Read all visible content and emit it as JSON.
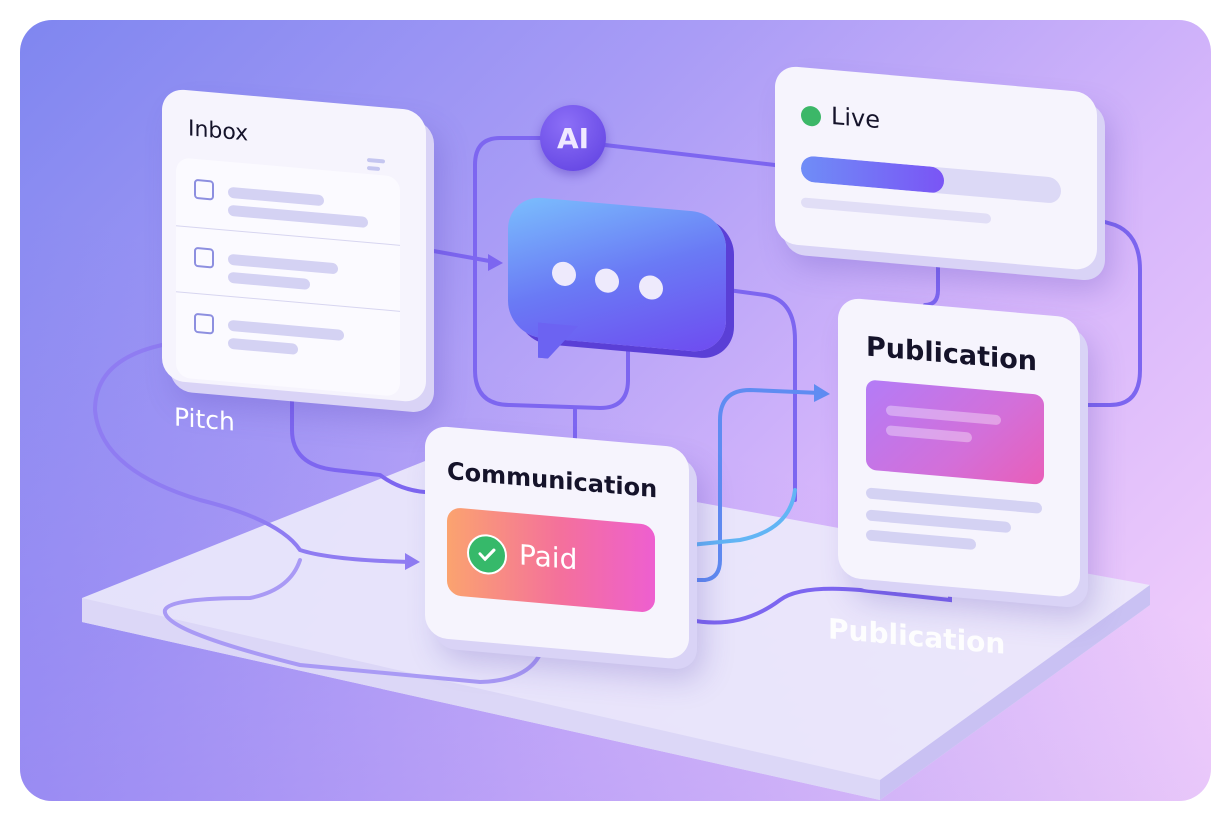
{
  "inbox": {
    "title": "Inbox",
    "items": 3,
    "menu_icon": "menu-lines-icon"
  },
  "ai_badge": {
    "text": "AI"
  },
  "chat": {
    "icon": "chat-bubble-typing-icon"
  },
  "live": {
    "title": "Live",
    "status_color": "#3cb768",
    "progress_percent": 55
  },
  "publication_card": {
    "title": "Publication"
  },
  "communication": {
    "title": "Communication",
    "status": "Paid",
    "status_icon": "check-circle-icon"
  },
  "labels": {
    "pitch": "Pitch",
    "publication": "Publication"
  },
  "colors": {
    "accent": "#7b5cf5",
    "line": "#7d66f0",
    "paid_gradient_start": "#fb9f6e",
    "paid_gradient_end": "#ef5fcf"
  }
}
